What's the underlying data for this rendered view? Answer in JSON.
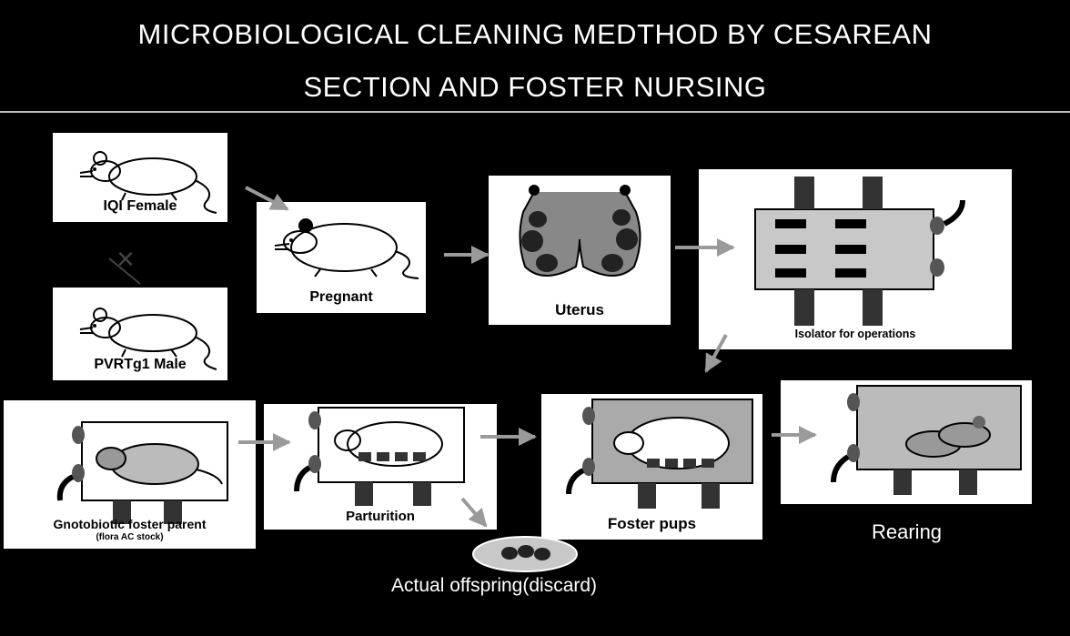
{
  "title": {
    "line1": "MICROBIOLOGICAL CLEANING MEDTHOD BY CESAREAN",
    "line2": "SECTION AND FOSTER NURSING"
  },
  "cards": {
    "iqi_female": "IQI Female",
    "cross": "×",
    "pvrtg1_male": "PVRTg1 Male",
    "pregnant": "Pregnant",
    "uterus": "Uterus",
    "isolator": "Isolator for operations",
    "foster_parent": "Gnotobiotic foster parent",
    "foster_parent_sub": "(flora AC stock)",
    "parturition": "Parturition",
    "foster_pups": "Foster pups",
    "rearing": "Rearing",
    "offspring": "Actual offspring(discard)"
  },
  "colors": {
    "background": "#000000",
    "card": "#ffffff",
    "arrow": "#9a9a9a",
    "isolator": "#c8c8c8"
  }
}
